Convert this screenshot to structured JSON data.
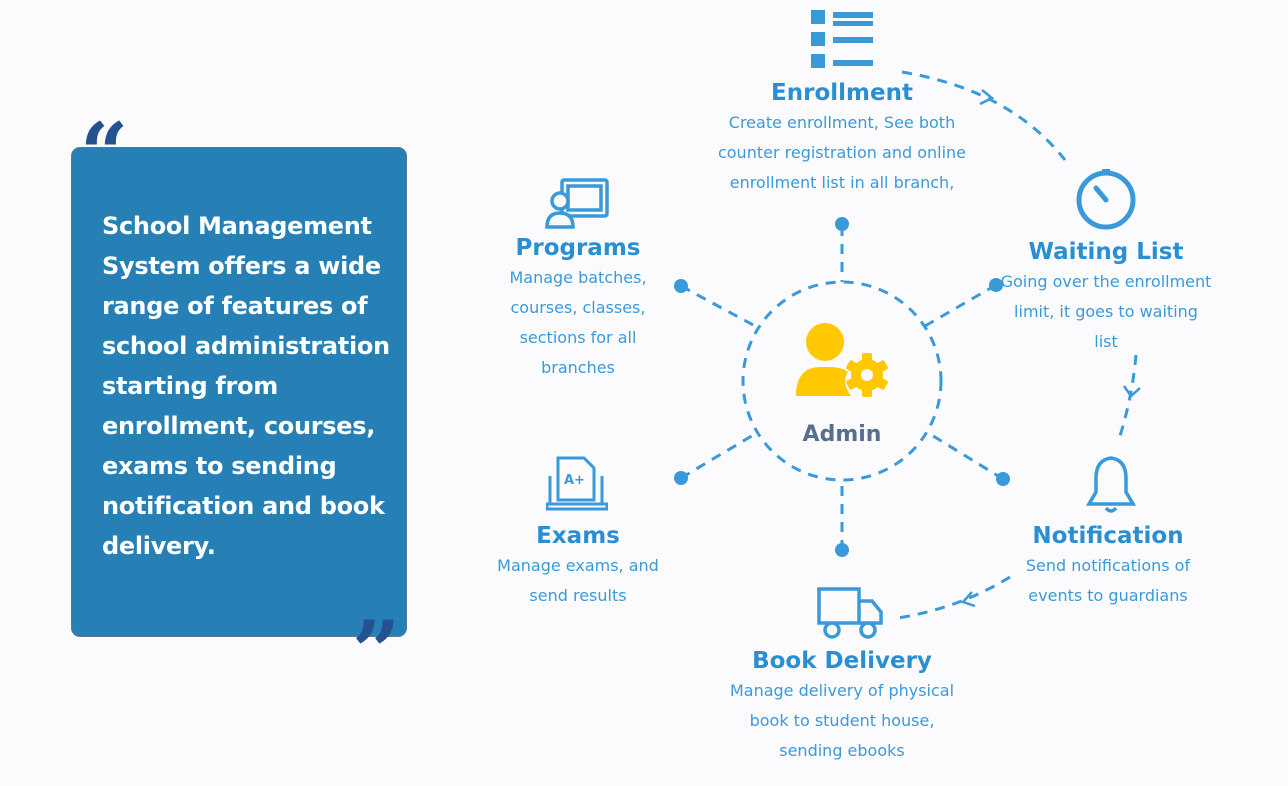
{
  "intro": {
    "text": "School Management System offers a wide range of features of school administration starting from enrollment,  courses, exams to sending notification and book delivery.",
    "open_quote": "“",
    "close_quote": "”"
  },
  "center": {
    "label": "Admin"
  },
  "features": {
    "enrollment": {
      "title": "Enrollment",
      "desc": "Create enrollment, See both counter registration and online enrollment list in all branch,"
    },
    "waiting": {
      "title": "Waiting List",
      "desc": "Going over the enrollment limit, it goes to waiting list"
    },
    "notification": {
      "title": "Notification",
      "desc": "Send notifications of events to guardians"
    },
    "book": {
      "title": "Book Delivery",
      "desc": "Manage delivery of physical book to student house, sending ebooks"
    },
    "exams": {
      "title": "Exams",
      "desc": "Manage exams, and send results"
    },
    "programs": {
      "title": "Programs",
      "desc": "Manage batches, courses, classes, sections for all branches"
    }
  },
  "colors": {
    "accent": "#3a9ad9",
    "box": "#2680b5",
    "quote": "#23528f",
    "admin_icon": "#ffc800",
    "admin_text": "#566f8f"
  }
}
